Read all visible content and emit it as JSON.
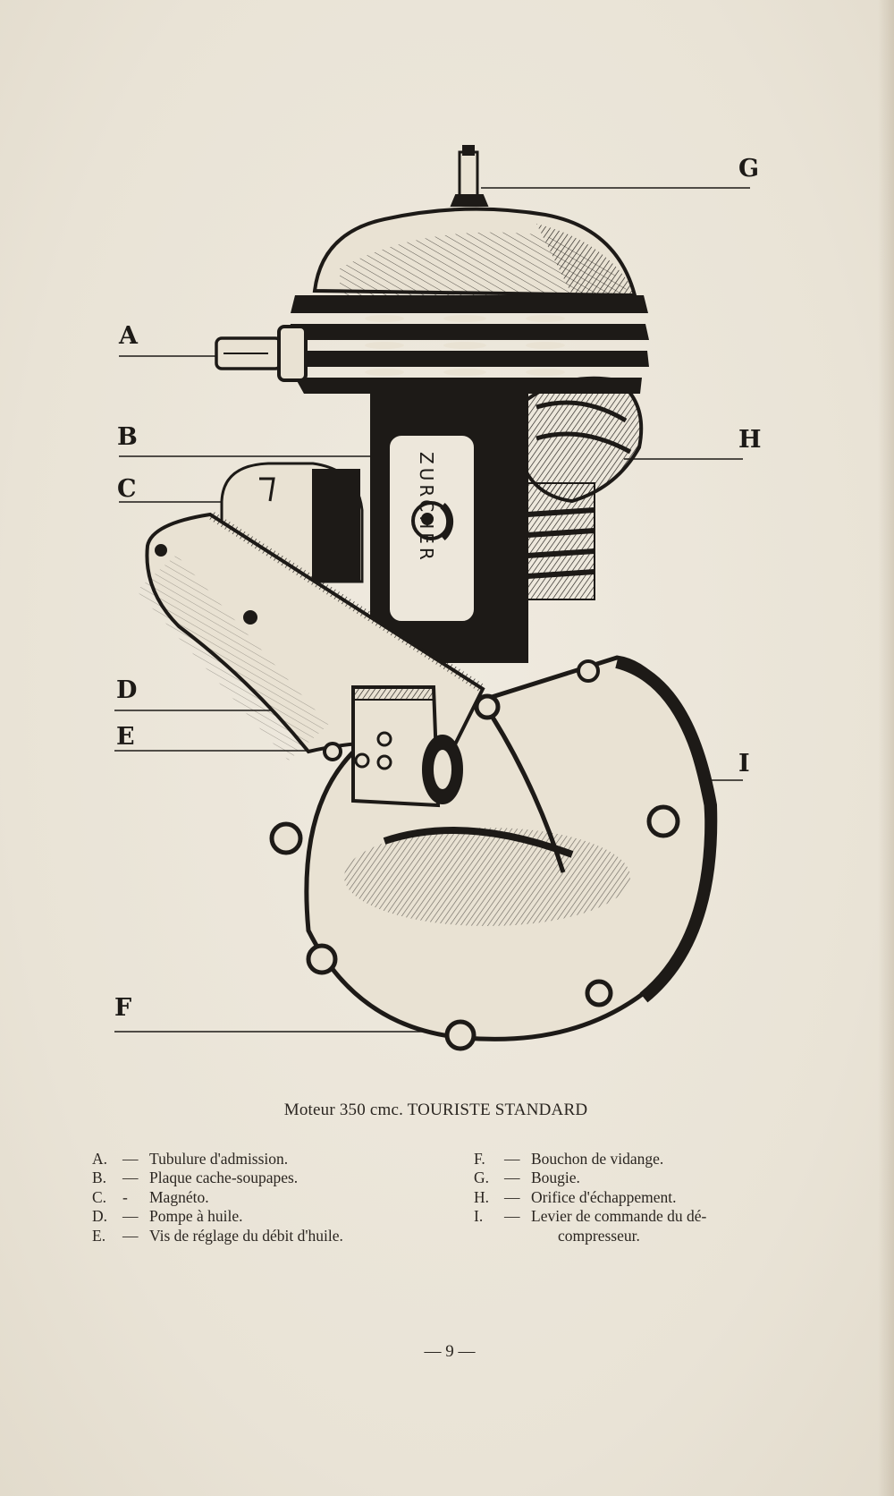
{
  "figure": {
    "callouts": [
      "A",
      "B",
      "C",
      "D",
      "E",
      "F",
      "G",
      "H",
      "I"
    ],
    "nameplate_text": "ZURCHER"
  },
  "caption": "Moteur 350 cmc. TOURISTE STANDARD",
  "legend": {
    "left": [
      {
        "key": "A.",
        "dash": "—",
        "text": "Tubulure d'admission."
      },
      {
        "key": "B.",
        "dash": "—",
        "text": "Plaque cache-soupapes."
      },
      {
        "key": "C.",
        "dash": "-",
        "text": "Magnéto."
      },
      {
        "key": "D.",
        "dash": "—",
        "text": "Pompe à huile."
      },
      {
        "key": "E.",
        "dash": "—",
        "text": "Vis de réglage du débit d'huile."
      }
    ],
    "right": [
      {
        "key": "F.",
        "dash": "—",
        "text": "Bouchon de vidange."
      },
      {
        "key": "G.",
        "dash": "—",
        "text": "Bougie."
      },
      {
        "key": "H.",
        "dash": "—",
        "text": "Orifice d'échappement."
      },
      {
        "key": "I.",
        "dash": "—",
        "text": "Levier de commande du dé-"
      }
    ],
    "right_continuation": "compresseur."
  },
  "page_number": "— 9 —",
  "colors": {
    "paper": "#ebe5d9",
    "ink": "#1d1a17"
  }
}
